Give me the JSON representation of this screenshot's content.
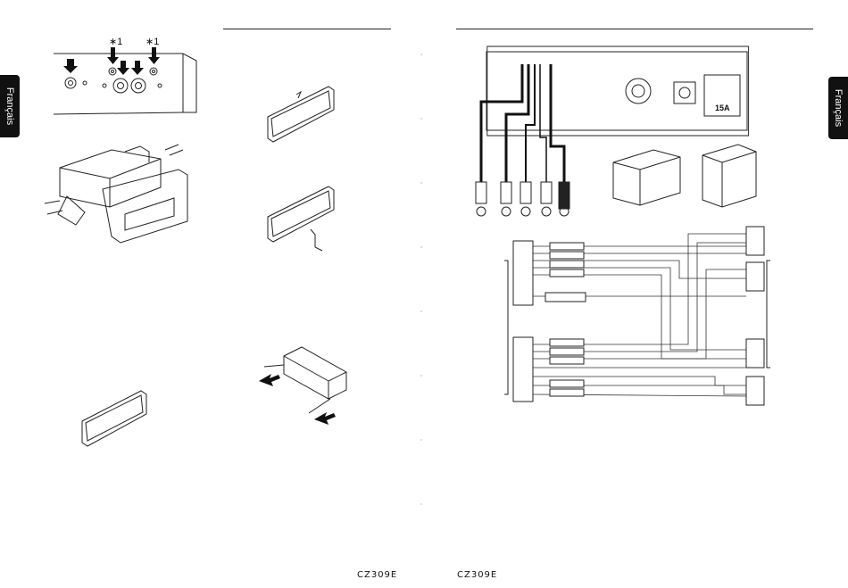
{
  "language_tab": {
    "label": "Français"
  },
  "figures": {
    "rca_star_left": "∗1",
    "rca_star_right": "∗1",
    "fuse_label": "15A"
  },
  "footer": {
    "model_left": "CZ309E",
    "model_right": "CZ309E"
  },
  "colors": {
    "ink": "#222222",
    "tab": "#111111"
  },
  "wiring_table": {
    "rows": 8,
    "cols": 3
  }
}
